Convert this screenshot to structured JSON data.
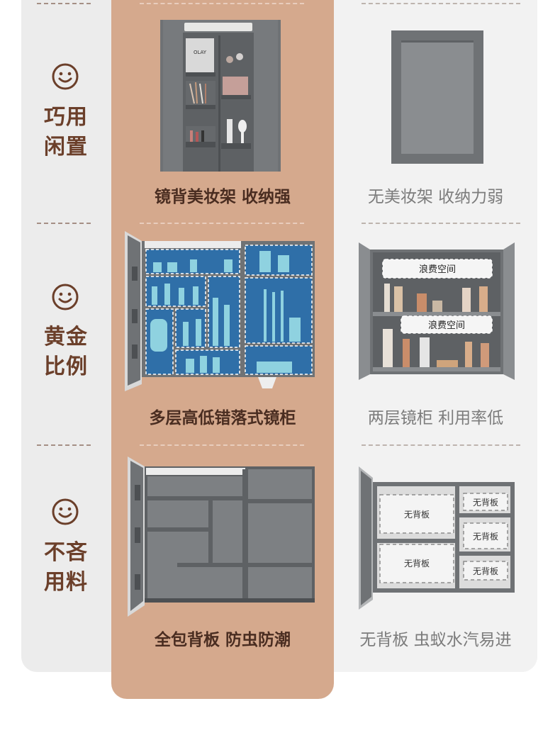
{
  "rows": [
    {
      "feature_line1": "巧用",
      "feature_line2": "闲置",
      "good_caption": "镜背美妆架 收纳强",
      "bad_caption": "无美妆架 收纳力弱"
    },
    {
      "feature_line1": "黄金",
      "feature_line2": "比例",
      "good_caption": "多层高低错落式镜柜",
      "bad_caption": "两层镜柜 利用率低",
      "waste_tags": [
        "浪费空间",
        "浪费空间"
      ]
    },
    {
      "feature_line1": "不吝",
      "feature_line2": "用料",
      "good_caption": "全包背板 防虫防潮",
      "bad_caption": "无背板 虫蚁水汽易进",
      "no_back_tags": [
        "无背板",
        "无背板",
        "无背板",
        "无背板",
        "无背板"
      ]
    }
  ],
  "cream_label": "OLAY",
  "colors": {
    "accent": "#d5a98d",
    "feature_text": "#6b3f2a",
    "cabinet_gray": "#6f7275",
    "shelf_blue": "#2f6fa8"
  }
}
